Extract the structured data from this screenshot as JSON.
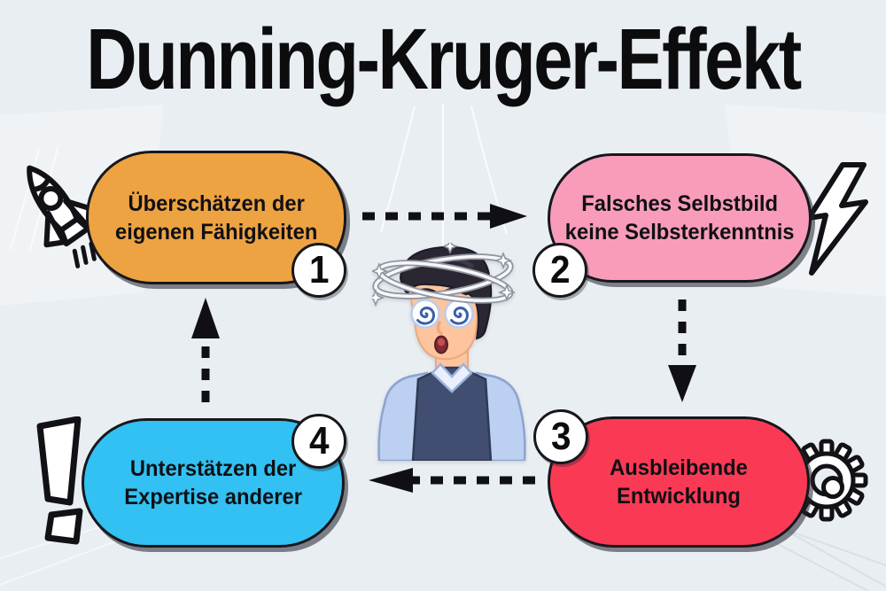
{
  "title": "Dunning-Kruger-Effekt",
  "background_color": "#e9eef2",
  "outline_color": "#17171d",
  "figure": {
    "name": "dizzy-man"
  },
  "steps": [
    {
      "number": "1",
      "line1": "Überschätzen der",
      "line2": "eigenen Fähigkeiten",
      "color": "#eda342",
      "icon": "rocket-icon"
    },
    {
      "number": "2",
      "line1": "Falsches Selbstbild",
      "line2": "keine Selbsterkenntnis",
      "color": "#f89cba",
      "icon": "lightning-icon"
    },
    {
      "number": "3",
      "line1": "Ausbleibende",
      "line2": "Entwicklung",
      "color": "#fa3a55",
      "icon": "gear-icon"
    },
    {
      "number": "4",
      "line1": "Unterstätzen der",
      "line2": "Expertise anderer",
      "color": "#32c1f2",
      "icon": "exclamation-icon"
    }
  ]
}
